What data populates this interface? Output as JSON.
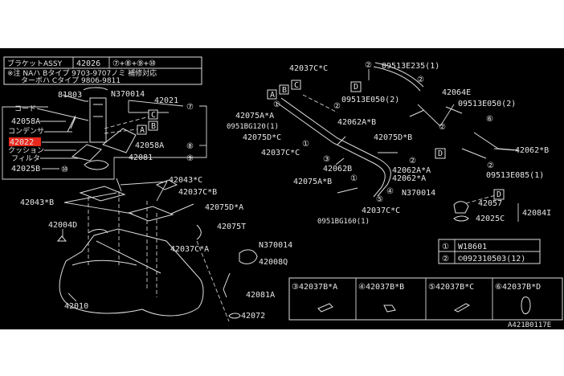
{
  "header": {
    "bracket_assy_label": "ブラケットASSY",
    "bracket_assy_part": "42026",
    "bracket_assy_formula": "⑦+⑧+⑨+⑩",
    "note_line1": "※注 NAハ Bタイプ 9703-9707ノミ 補修対応",
    "note_line2": "ターボハ Cタイプ 9806-9811"
  },
  "pump_assembly": {
    "p81803": "81803",
    "n370014_top": "N370014",
    "p42021": "42021",
    "cord": "コード",
    "p42058a_left": "42058A",
    "condenser": "コンデンサ",
    "p42022": "42022",
    "cushion": "クッション",
    "filter": "フィルタ",
    "p42025b": "42025B",
    "p42058a_right": "42058A",
    "p42081": "42081",
    "c7": "⑦",
    "c8": "⑧",
    "c9": "⑨",
    "c10": "⑩",
    "ref_a": "A",
    "ref_b": "B",
    "ref_c": "C"
  },
  "tank": {
    "p42043c": "42043*C",
    "p42043b": "42043*B",
    "p42037cb": "42037C*B",
    "p42075da": "42075D*A",
    "p42004d": "42004D",
    "p42075t": "42075T",
    "p42037ca": "42037C*A",
    "n370014": "N370014",
    "p42008q": "42008Q",
    "p42081a": "42081A",
    "p42010": "42010",
    "p42072": "42072"
  },
  "piping": {
    "p42037cc_top": "42037C*C",
    "p09513e235": "09513E235(1)",
    "p42064e": "42064E",
    "p09513e050_a": "09513E050(2)",
    "p09513e050_b": "09513E050(2)",
    "p42075aa": "42075A*A",
    "p0951bg120": "0951BG120(1)",
    "p42075dc": "42075D*C",
    "p42037cc_mid": "42037C*C",
    "p42062ab": "42062A*B",
    "p42075db": "42075D*B",
    "p42062b": "42062B",
    "p42062aa": "42062A*A",
    "p42062a": "42062*A",
    "p42075ab": "42075A*B",
    "p42037cc_low": "42037C*C",
    "p0951bg160": "0951BG160(1)",
    "p42062starb": "42062*B",
    "p09513e085": "09513E085(1)",
    "n370014": "N370014",
    "p42057": "42057",
    "p42084i": "42084I",
    "p42025c": "42025C",
    "ref_a": "A",
    "ref_b": "B",
    "ref_c": "C",
    "ref_d": "D",
    "c1": "①",
    "c2": "②",
    "c3": "③",
    "c4": "④",
    "c5": "⑤",
    "c6": "⑥"
  },
  "legend": [
    {
      "num": "①",
      "part": "W18601"
    },
    {
      "num": "②",
      "part": "©092310503(12)"
    }
  ],
  "clips": [
    {
      "num": "③",
      "part": "42037B*A"
    },
    {
      "num": "④",
      "part": "42037B*B"
    },
    {
      "num": "⑤",
      "part": "42037B*C"
    },
    {
      "num": "⑥",
      "part": "42037B*D"
    }
  ],
  "footer": {
    "drawing_id": "A421B0117E"
  },
  "colors": {
    "background": "#000000",
    "line": "#e0e0e0",
    "highlight": "#e8281e"
  }
}
